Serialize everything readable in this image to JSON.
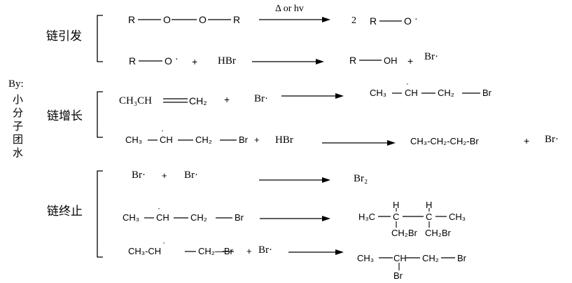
{
  "credit": {
    "by": "By:",
    "author_chars": [
      "小",
      "分",
      "子",
      "团",
      "水"
    ]
  },
  "sections": {
    "initiation": "链引发",
    "propagation": "链增长",
    "termination": "链终止"
  },
  "common": {
    "R": "R",
    "O": "O",
    "OH": "OH",
    "HBr": "HBr",
    "Br": "Br",
    "BrDot": "Br·",
    "radical_dot": "·",
    "plus": "+",
    "two": "2",
    "CH3": "CH₃",
    "CH": "CH",
    "CH2": "CH₂",
    "CH3CH": "CH₃CH",
    "H3C": "H₃C",
    "H": "H",
    "C": "C",
    "Br2": "Br₂",
    "CH2Br": "CH₂Br",
    "CH3_dash_CH": "CH₃-CH",
    "n_propyl_bromide": "CH₃-CH₂-CH₂-Br",
    "CH2_dash_Br": "CH₂—Br"
  },
  "reactions": {
    "r1_condition": "Δ or hv"
  }
}
